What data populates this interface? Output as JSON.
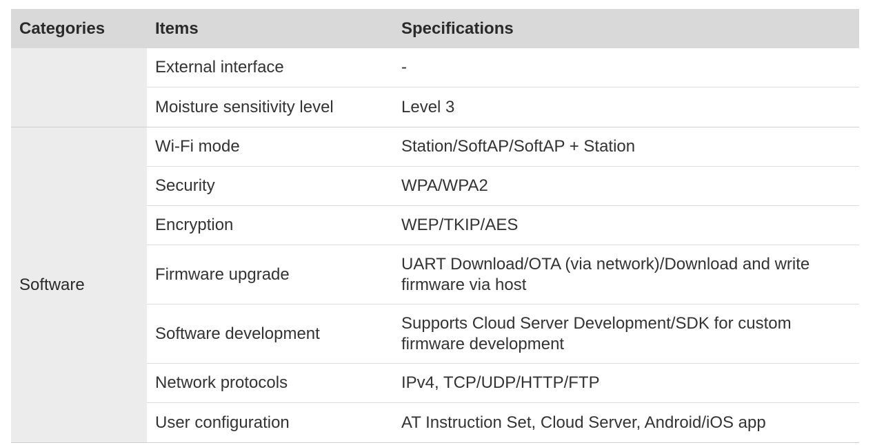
{
  "header": {
    "categories": "Categories",
    "items": "Items",
    "specifications": "Specifications"
  },
  "group1": {
    "category": "",
    "rows": [
      {
        "item": "External interface",
        "spec": "-"
      },
      {
        "item": "Moisture sensitivity level",
        "spec": "Level 3"
      }
    ]
  },
  "group2": {
    "category": "Software",
    "rows": [
      {
        "item": "Wi-Fi mode",
        "spec": "Station/SoftAP/SoftAP + Station"
      },
      {
        "item": "Security",
        "spec": "WPA/WPA2"
      },
      {
        "item": "Encryption",
        "spec": "WEP/TKIP/AES"
      },
      {
        "item": "Firmware upgrade",
        "spec": "UART Download/OTA (via network)/Download and write firmware via host"
      },
      {
        "item": "Software development",
        "spec": "Supports Cloud Server Development/SDK for custom firmware development"
      },
      {
        "item": "Network protocols",
        "spec": "IPv4, TCP/UDP/HTTP/FTP"
      },
      {
        "item": "User configuration",
        "spec": "AT Instruction Set, Cloud Server, Android/iOS app"
      }
    ]
  }
}
